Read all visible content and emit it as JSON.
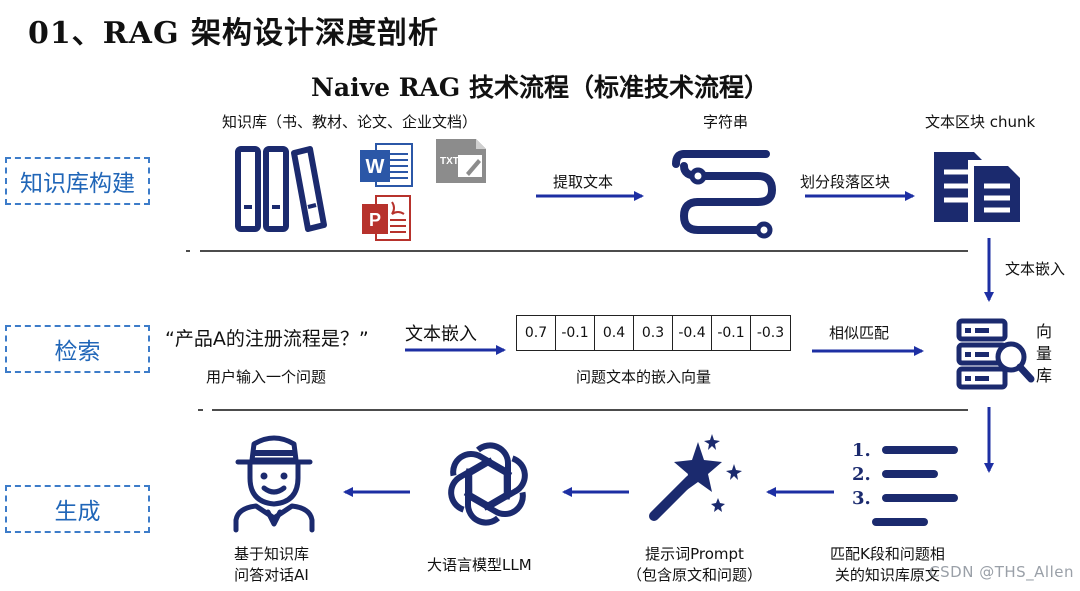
{
  "title": "01、RAG 架构设计深度剖析",
  "subtitle": "Naive RAG 技术流程（标准技术流程）",
  "sections": {
    "build": "知识库构建",
    "retrieve": "检索",
    "generate": "生成"
  },
  "build": {
    "docs_caption": "知识库（书、教材、论文、企业文档）",
    "string_caption": "字符串",
    "chunk_caption": "文本区块 chunk",
    "extract_label": "提取文本",
    "split_label": "划分段落区块",
    "embed_label": "文本嵌入",
    "file_icons": {
      "word": "W",
      "txt": "TXT",
      "pdf": "P"
    }
  },
  "retrieve": {
    "query_text": "“产品A的注册流程是？”",
    "query_caption": "用户输入一个问题",
    "embed_label": "文本嵌入",
    "vector_values": [
      "0.7",
      "-0.1",
      "0.4",
      "0.3",
      "-0.4",
      "-0.1",
      "-0.3"
    ],
    "vector_caption": "问题文本的嵌入向量",
    "match_label": "相似匹配",
    "db_caption": [
      "向",
      "量",
      "库"
    ]
  },
  "generate": {
    "ranked_numbers": [
      "1.",
      "2.",
      "3."
    ],
    "ranked_caption_1": "匹配K段和问题相",
    "ranked_caption_2": "关的知识库原文",
    "prompt_caption_1": "提示词Prompt",
    "prompt_caption_2": "（包含原文和问题）",
    "llm_caption": "大语言模型LLM",
    "ai_caption_1": "基于知识库",
    "ai_caption_2": "问答对话AI"
  },
  "watermark": "CSDN @THS_Allen",
  "colors": {
    "navy": "#1b2a6e",
    "blue": "#1d2fa3",
    "section_blue": "#2066b8",
    "word_blue": "#2b57a7",
    "pdf_red": "#b7322c"
  },
  "icons": [
    "books-icon",
    "word-file-icon",
    "txt-file-icon",
    "pdf-file-icon",
    "string-icon",
    "chunk-docs-icon",
    "vector-db-icon",
    "ranked-list-icon",
    "magic-wand-icon",
    "openai-logo-icon",
    "user-avatar-icon"
  ]
}
